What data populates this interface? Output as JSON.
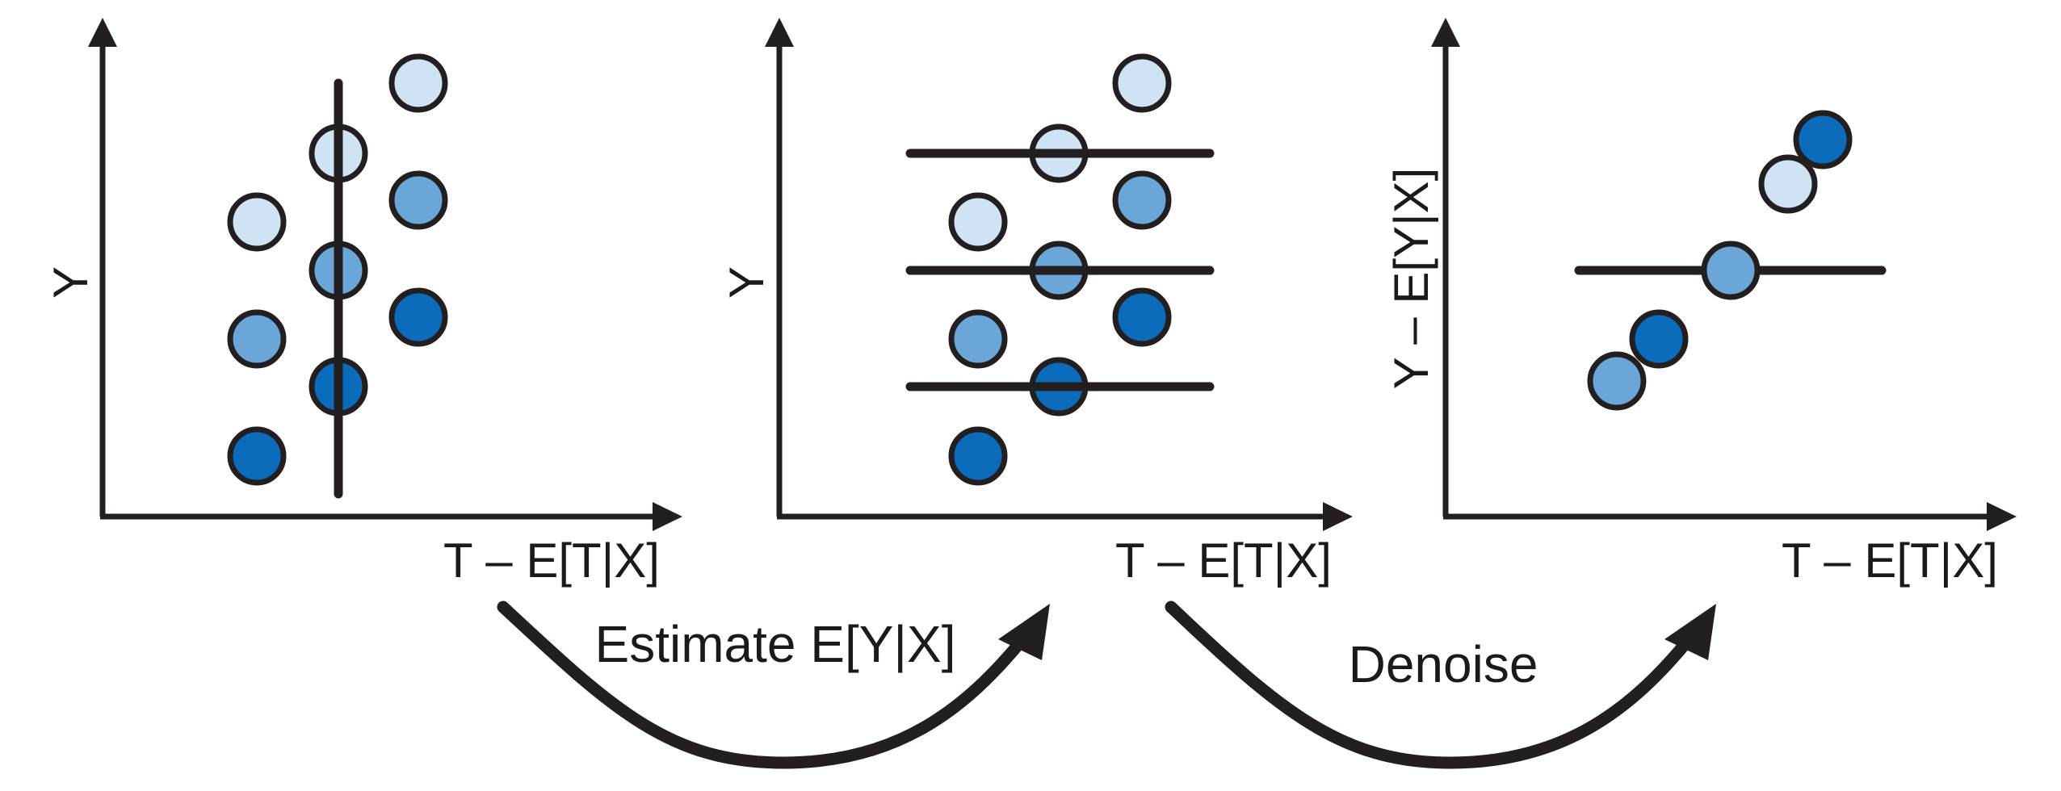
{
  "colors": {
    "ink": "#231f20",
    "light": "#cfe3f4",
    "medium": "#6aa7d8",
    "dark": "#0b6cbc"
  },
  "panels": [
    {
      "y_label": "Y",
      "x_label": "T – E[T|X]",
      "points": [
        {
          "tone": "light"
        },
        {
          "tone": "light"
        },
        {
          "tone": "light"
        },
        {
          "tone": "medium"
        },
        {
          "tone": "medium"
        },
        {
          "tone": "medium"
        },
        {
          "tone": "dark"
        },
        {
          "tone": "dark"
        },
        {
          "tone": "dark"
        }
      ]
    },
    {
      "y_label": "Y",
      "x_label": "T – E[T|X]",
      "points": [
        {
          "tone": "light"
        },
        {
          "tone": "light"
        },
        {
          "tone": "light"
        },
        {
          "tone": "medium"
        },
        {
          "tone": "medium"
        },
        {
          "tone": "medium"
        },
        {
          "tone": "dark"
        },
        {
          "tone": "dark"
        },
        {
          "tone": "dark"
        }
      ]
    },
    {
      "y_label": "Y – E[Y|X]",
      "x_label": "T – E[T|X]",
      "points": [
        {
          "tone": "medium"
        },
        {
          "tone": "dark"
        },
        {
          "tone": "medium"
        },
        {
          "tone": "light"
        },
        {
          "tone": "dark"
        }
      ]
    }
  ],
  "arrows": [
    {
      "label": "Estimate E[Y|X]"
    },
    {
      "label": "Denoise"
    }
  ]
}
